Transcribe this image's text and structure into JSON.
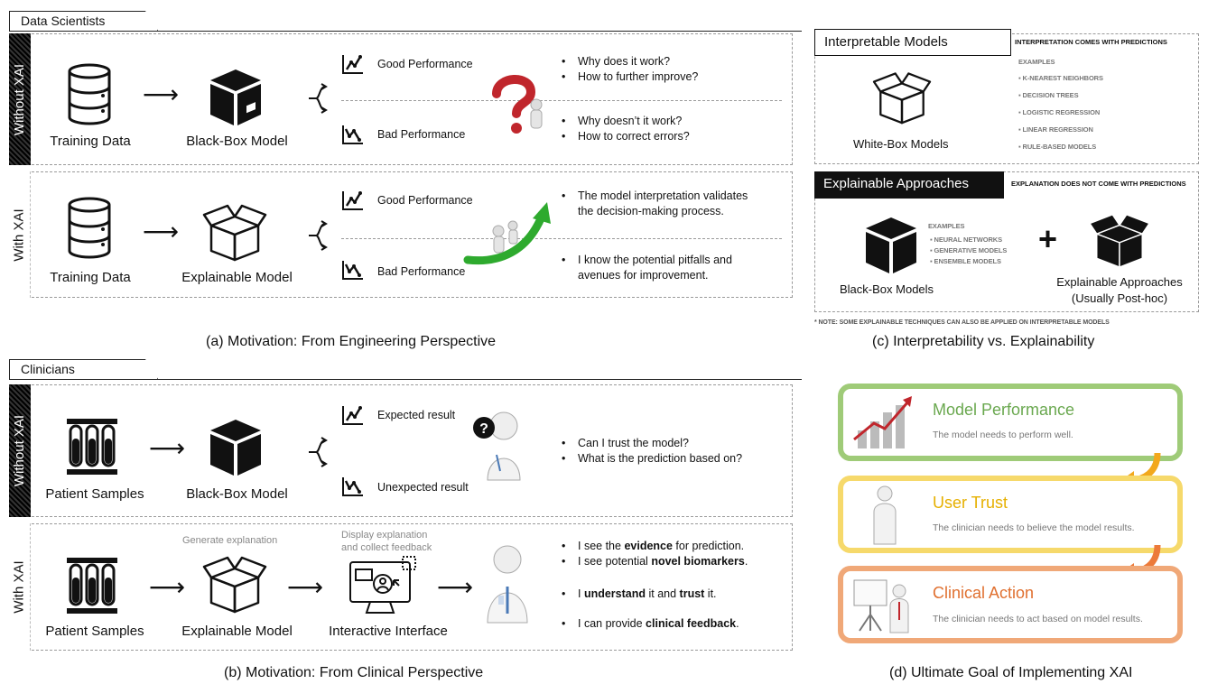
{
  "panel_a": {
    "tab": "Data Scientists",
    "without_label": "Without XAI",
    "with_label": "With XAI",
    "without": {
      "training": "Training Data",
      "model": "Black-Box Model",
      "good": "Good Performance",
      "bad": "Bad Performance",
      "good_bullets": [
        "Why does it work?",
        "How to further improve?"
      ],
      "bad_bullets": [
        "Why doesn’t it work?",
        "How to correct errors?"
      ]
    },
    "with": {
      "training": "Training Data",
      "model": "Explainable Model",
      "good": "Good Performance",
      "bad": "Bad Performance",
      "good_bullets": [
        "The model interpretation validates the decision-making process."
      ],
      "bad_bullets": [
        "I know the potential pitfalls and avenues for improvement."
      ]
    },
    "caption": "(a) Motivation: From Engineering Perspective"
  },
  "panel_b": {
    "tab": "Clinicians",
    "without_label": "Without XAI",
    "with_label": "With XAI",
    "without": {
      "samples": "Patient Samples",
      "model": "Black-Box Model",
      "expected": "Expected result",
      "unexpected": "Unexpected result",
      "bullets": [
        "Can I trust the model?",
        "What is the prediction based on?"
      ]
    },
    "with": {
      "samples": "Patient Samples",
      "model": "Explainable Model",
      "interface": "Interactive Interface",
      "gen_note": "Generate explanation",
      "display_note_1": "Display explanation",
      "display_note_2": "and collect feedback",
      "b1_pre": "I see the ",
      "b1_bold": "evidence",
      "b1_post": " for prediction.",
      "b2_pre": "I see potential ",
      "b2_bold": "novel biomarkers",
      "b2_post": ".",
      "b3_pre": "I ",
      "b3_bold1": "understand",
      "b3_mid": " it and ",
      "b3_bold2": "trust",
      "b3_post": " it.",
      "b4_pre": "I can provide ",
      "b4_bold": "clinical feedback",
      "b4_post": "."
    },
    "caption": "(b) Motivation: From Clinical Perspective"
  },
  "panel_c": {
    "interp_title": "Interpretable Models",
    "interp_note": "INTERPRETATION COMES WITH PREDICTIONS",
    "examples_label": "EXAMPLES",
    "interp_examples": [
      "K-NEAREST NEIGHBORS",
      "DECISION TREES",
      "LOGISTIC REGRESSION",
      "LINEAR REGRESSION",
      "RULE-BASED MODELS"
    ],
    "whitebox": "White-Box Models",
    "explain_title": "Explainable Approaches",
    "explain_note": "EXPLANATION DOES NOT COME WITH PREDICTIONS",
    "explain_examples_label": "EXAMPLES",
    "explain_examples": [
      "NEURAL NETWORKS",
      "GENERATIVE MODELS",
      "ENSEMBLE MODELS"
    ],
    "blackbox": "Black-Box Models",
    "plus": "+",
    "approaches_1": "Explainable Approaches",
    "approaches_2": "(Usually Post-hoc)",
    "footnote": "* NOTE: SOME EXPLAINABLE TECHNIQUES CAN ALSO BE APPLIED ON INTERPRETABLE MODELS",
    "caption": "(c) Interpretability vs. Explainability"
  },
  "panel_d": {
    "items": [
      {
        "title": "Model Performance",
        "desc": "The model needs to perform well.",
        "color": "#9fcb78",
        "title_color": "#6aa84f"
      },
      {
        "title": "User Trust",
        "desc": "The clinician needs to believe the model results.",
        "color": "#f6d96b",
        "title_color": "#e6b000"
      },
      {
        "title": "Clinical Action",
        "desc": "The clinician needs to act based on model results.",
        "color": "#f0a878",
        "title_color": "#e07030"
      }
    ],
    "caption": "(d) Ultimate Goal of Implementing XAI"
  },
  "colors": {
    "green": "#2eaa2e",
    "red": "#c0262c",
    "orange_arrow": "#f2a81d",
    "orange_arrow2": "#ec7a3a"
  }
}
